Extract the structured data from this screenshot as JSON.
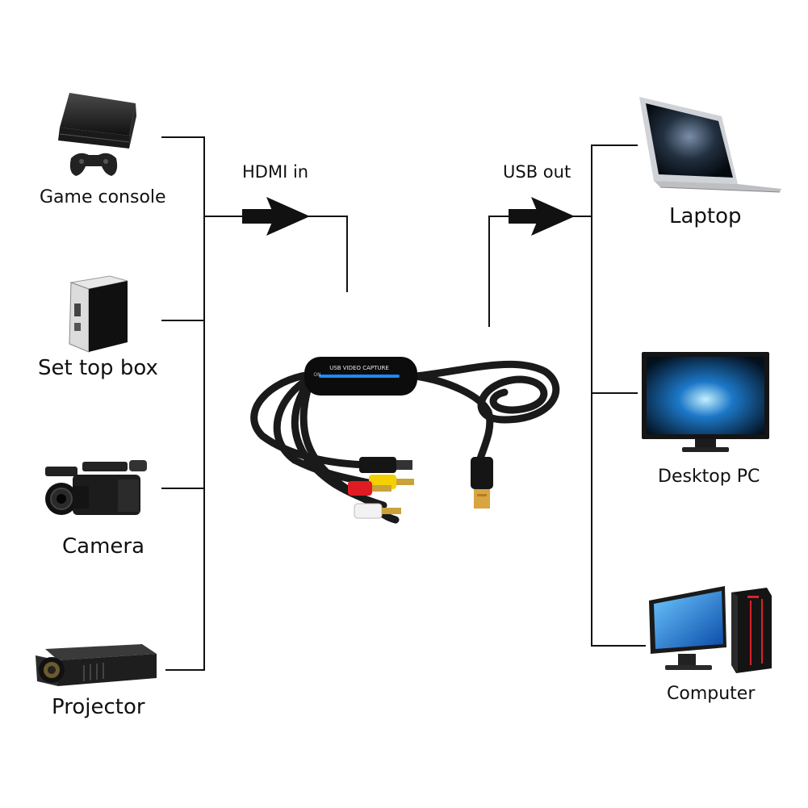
{
  "inputs_label": "HDMI in",
  "outputs_label": "USB out",
  "input_devices": [
    {
      "label": "Game console",
      "icon": "game-console-icon"
    },
    {
      "label": "Set top box",
      "icon": "set-top-box-icon"
    },
    {
      "label": "Camera",
      "icon": "camera-icon"
    },
    {
      "label": "Projector",
      "icon": "projector-icon"
    }
  ],
  "output_devices": [
    {
      "label": "Laptop",
      "icon": "laptop-icon"
    },
    {
      "label": "Desktop PC",
      "icon": "desktop-pc-icon"
    },
    {
      "label": "Computer",
      "icon": "computer-tower-icon"
    }
  ],
  "capture_device": {
    "icon": "usb-video-capture-cable-icon",
    "housing_text": "USB VIDEO CAPTURE",
    "side_text": "ON",
    "connector_colors": [
      "#f5d000",
      "#e01b22",
      "#f2f2f2"
    ]
  },
  "colors": {
    "line": "#111111",
    "background": "#ffffff"
  }
}
